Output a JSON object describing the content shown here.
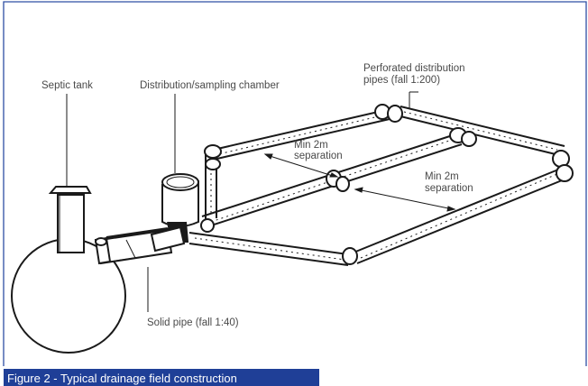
{
  "labels": {
    "septic_tank": "Septic tank",
    "distribution_chamber": "Distribution/sampling chamber",
    "perforated_line1": "Perforated distribution",
    "perforated_line2": "pipes (fall 1:200)",
    "sep1_line1": "Min 2m",
    "sep1_line2": "separation",
    "sep2_line1": "Min 2m",
    "sep2_line2": "separation",
    "solid_pipe": "Solid pipe (fall 1:40)"
  },
  "caption": "Figure 2 - Typical drainage field construction",
  "colors": {
    "frame_border": "#2e4fa3",
    "caption_bg": "#1f3f97",
    "line": "#1a1a1a",
    "label_text": "#4a4a4a"
  }
}
